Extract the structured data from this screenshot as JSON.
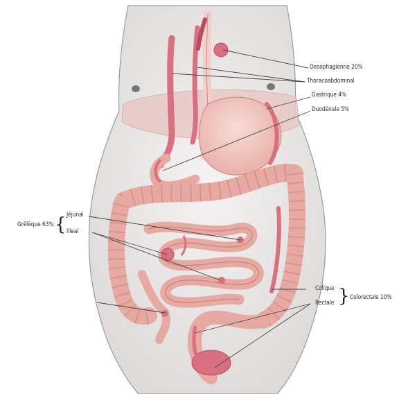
{
  "labels": {
    "oesophagienne": "Oesophagienne 20%",
    "thoracoabdominal": "Thoracoabdominal",
    "gastrique": "Gastrique 4%",
    "duodenale": "Duodénale 5%",
    "jejunal": "Jéjunal",
    "ileal": "Illeal",
    "grele": "Grêlêque 63%",
    "colique": "Colique",
    "rectale": "Rectale",
    "colorectale": "Colorectale 10%"
  },
  "colors": {
    "body": "#e9e6e6",
    "outline": "#9a9a9a",
    "vessel": "#d9707f",
    "vessel_dark": "#b84a5b",
    "stomach": "#f1c8c2",
    "bowel": "#e7aaa2",
    "bowel_dark": "#c98078",
    "line": "#444444"
  }
}
